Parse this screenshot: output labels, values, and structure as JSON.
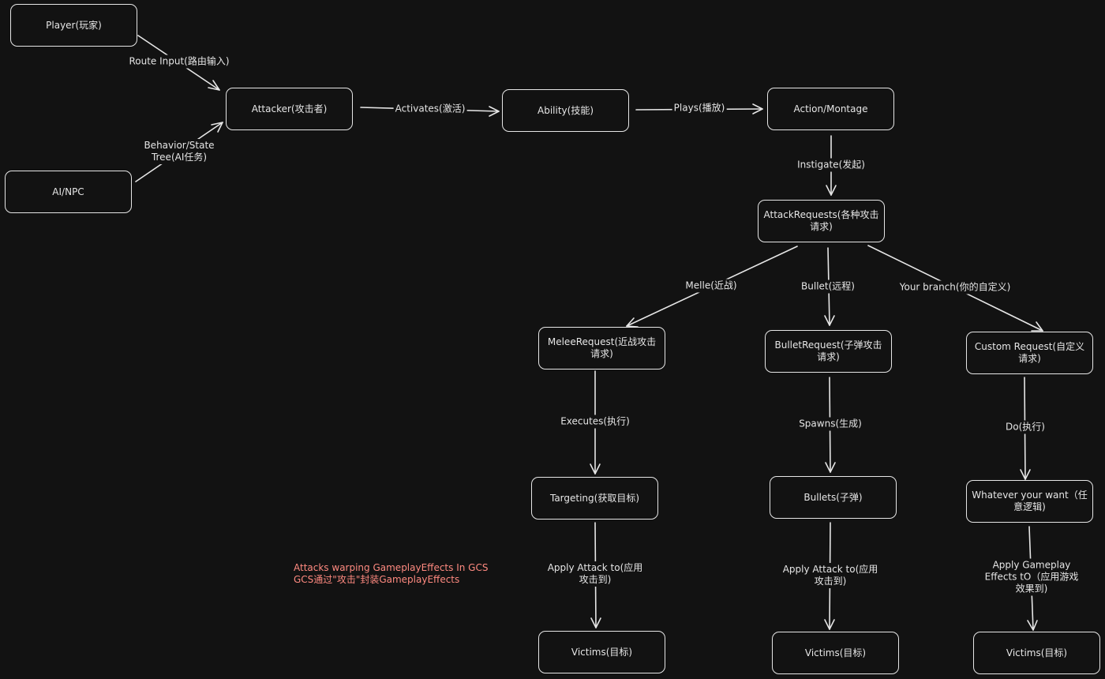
{
  "nodes": {
    "player": "Player(玩家)",
    "ai_npc": "AI/NPC",
    "attacker": "Attacker(攻击者)",
    "ability": "Ability(技能)",
    "action_montage": "Action/Montage",
    "attack_requests": "AttackRequests(各种攻击请求)",
    "melee_request": "MeleeRequest(近战攻击请求)",
    "bullet_request": "BulletRequest(子弹攻击请求)",
    "custom_request": "Custom Request(自定义请求)",
    "targeting": "Targeting(获取目标)",
    "bullets": "Bullets(子弹)",
    "whatever": "Whatever your want（任意逻辑)",
    "victims_1": "Victims(目标)",
    "victims_2": "Victims(目标)",
    "victims_3": "Victims(目标)"
  },
  "edges": {
    "route_input": "Route Input(路由输入)",
    "behavior_state_tree": "Behavior/State Tree(AI任务)",
    "activates": "Activates(激活)",
    "plays": "Plays(播放)",
    "instigate": "Instigate(发起)",
    "melle": "Melle(近战)",
    "bullet": "Bullet(远程)",
    "your_branch": "Your branch(你的自定义)",
    "executes": "Executes(执行)",
    "spawns": "Spawns(生成)",
    "do": "Do(执行)",
    "apply_attack_1": "Apply Attack to(应用攻击到)",
    "apply_attack_2": "Apply Attack to(应用攻击到)",
    "apply_gameplay": "Apply Gameplay Effects tO（应用游戏效果到)"
  },
  "note": {
    "line1": "Attacks warping GameplayEffects In GCS",
    "line2": "GCS通过\"攻击\"封装GameplayEffects"
  },
  "colors": {
    "background": "#121212",
    "stroke": "#e6e6e6",
    "note": "#ff8a80"
  }
}
